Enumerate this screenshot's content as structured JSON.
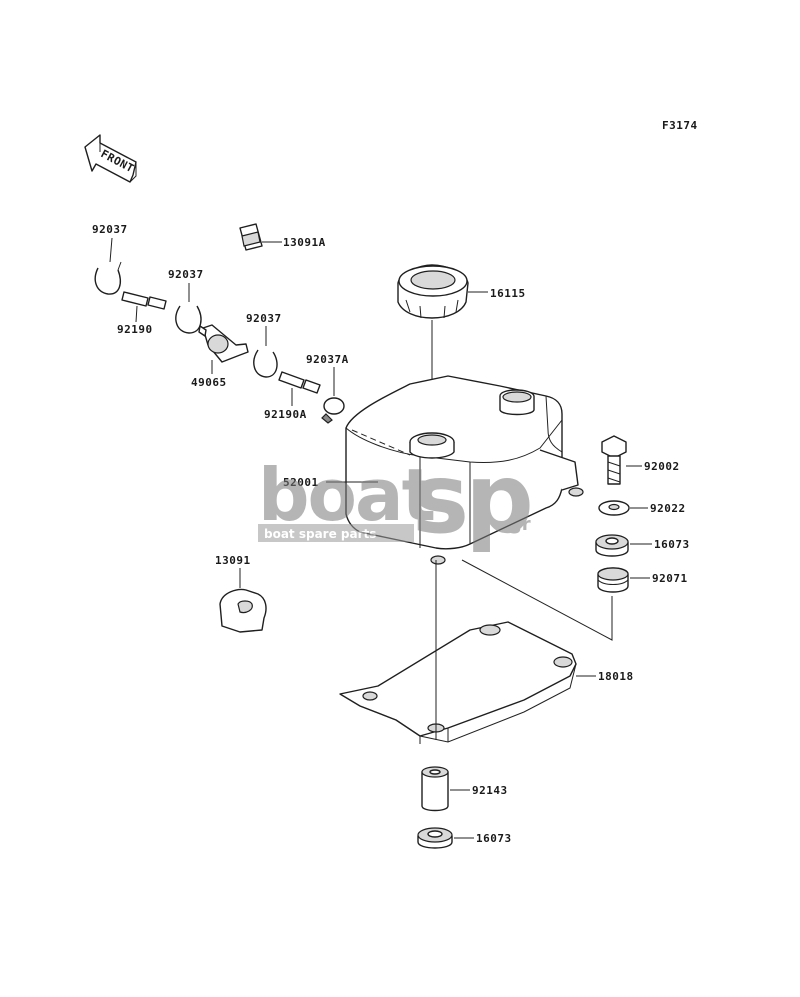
{
  "figure_code": "F3174",
  "front_label": "FRONT",
  "watermark": {
    "word_a": "boat",
    "word_b": "sp",
    "domain": ".gr",
    "tagline": "boat spare parts"
  },
  "callouts": {
    "c92037_a": "92037",
    "c92190_a": "92190",
    "c92037_b": "92037",
    "c49065": "49065",
    "c92037_c": "92037",
    "c92190A": "92190A",
    "c92037A": "92037A",
    "c13091A": "13091A",
    "c16115": "16115",
    "c52001": "52001",
    "c13091": "13091",
    "c92002": "92002",
    "c92022": "92022",
    "c16073_a": "16073",
    "c92071": "92071",
    "c18018": "18018",
    "c92143": "92143",
    "c16073_b": "16073"
  }
}
